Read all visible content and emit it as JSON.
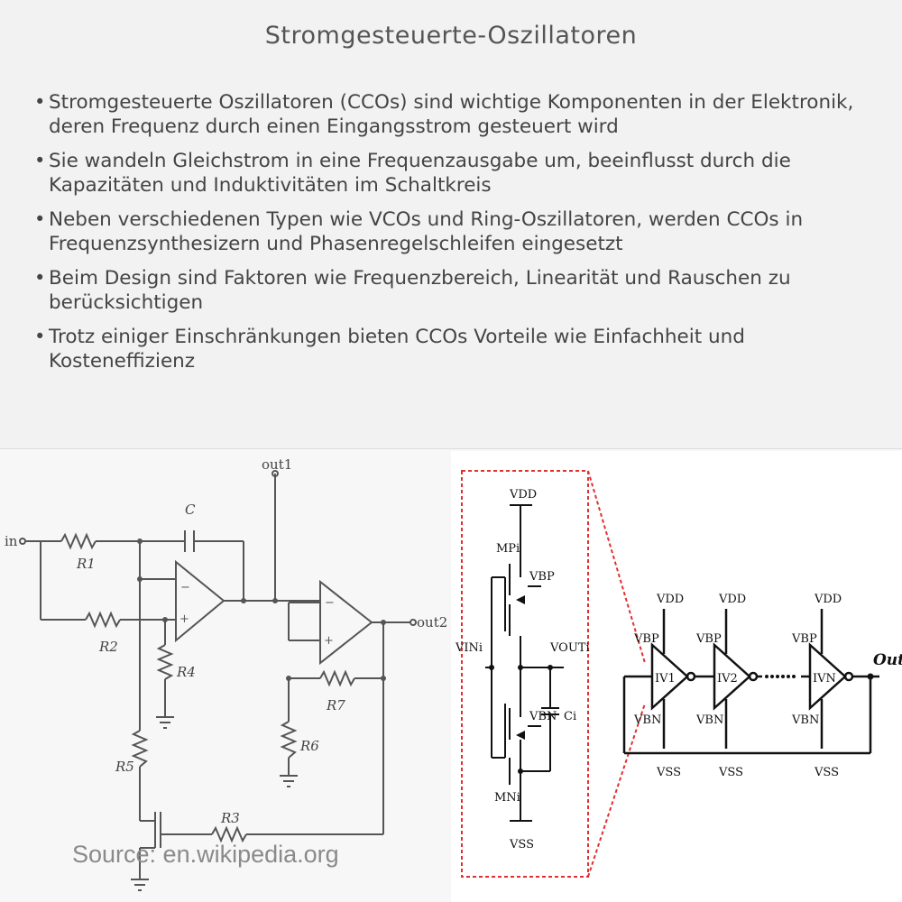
{
  "title": "Stromgesteuerte-Oszillatoren",
  "bullets": [
    "Stromgesteuerte Oszillatoren (CCOs) sind wichtige Komponenten in der Elektronik, deren Frequenz durch einen Eingangsstrom gesteuert wird",
    "Sie wandeln Gleichstrom in eine Frequenzausgabe um, beeinflusst durch die Kapazitäten und Induktivitäten im Schaltkreis",
    "Neben verschiedenen Typen wie VCOs und Ring-Oszillatoren, werden CCOs in Frequenzsynthesizern und Phasenregelschleifen eingesetzt",
    "Beim Design sind Faktoren wie Frequenzbereich, Linearität und Rauschen zu berücksichtigen",
    "Trotz einiger Einschränkungen bieten CCOs Vorteile wie Einfachheit und Kosteneffizienz"
  ],
  "left_circuit": {
    "in": "in",
    "out1": "out1",
    "out2": "out2",
    "c": "C",
    "r1": "R1",
    "r2": "R2",
    "r3": "R3",
    "r4": "R4",
    "r5": "R5",
    "r6": "R6",
    "r7": "R7"
  },
  "right_circuit": {
    "vdd": "VDD",
    "vss": "VSS",
    "mpi": "MPi",
    "mni": "MNi",
    "vbp": "VBP",
    "vbn": "VBN",
    "vini": "VINi",
    "vouti": "VOUTi",
    "ci": "Ci",
    "iv1": "IV1",
    "iv2": "IV2",
    "ivn": "IVN",
    "out": "Out"
  },
  "source": "Source: en.wikipedia.org"
}
